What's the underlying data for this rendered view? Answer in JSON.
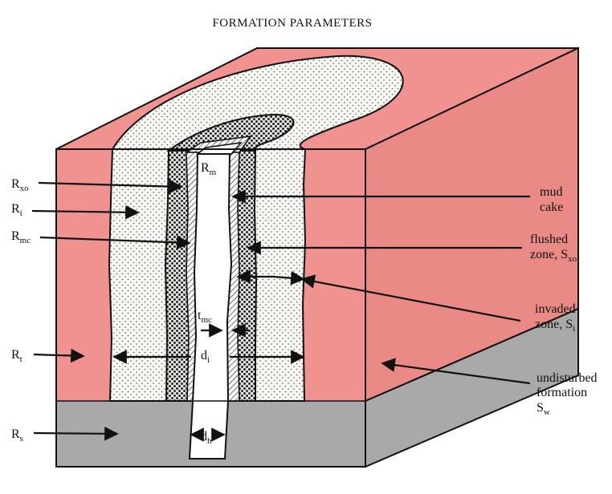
{
  "title": "FORMATION PARAMETERS",
  "labels": {
    "rxo": {
      "main": "R",
      "sub": "xo"
    },
    "ri": {
      "main": "R",
      "sub": "i"
    },
    "rmc": {
      "main": "R",
      "sub": "mc"
    },
    "rt": {
      "main": "R",
      "sub": "t"
    },
    "rs": {
      "main": "R",
      "sub": "s"
    },
    "rm": {
      "main": "R",
      "sub": "m"
    },
    "tmc": {
      "main": "t",
      "sub": "mc"
    },
    "di": {
      "main": "d",
      "sub": "i"
    },
    "dh": {
      "main": "d",
      "sub": "h"
    },
    "mud_cake": {
      "line1": "mud",
      "line2": "cake"
    },
    "flushed_zone": {
      "line1": "flushed",
      "line2": "zone, S",
      "sub": "xo"
    },
    "invaded_zone": {
      "line1": "invaded",
      "line2": "zone, S",
      "sub": "i"
    },
    "undisturbed": {
      "line1": "undisturbed",
      "line2": "formation",
      "line3": "S",
      "sub": "w"
    }
  },
  "colors": {
    "formation": "#f0928f",
    "formation_side": "#ea8a87",
    "shale": "#a9a9a9",
    "invaded": "#f4f4f0",
    "flushed": "#e8e8e4",
    "mudcake": "#ffffff",
    "borehole": "#ffffff",
    "outline": "#111111"
  }
}
